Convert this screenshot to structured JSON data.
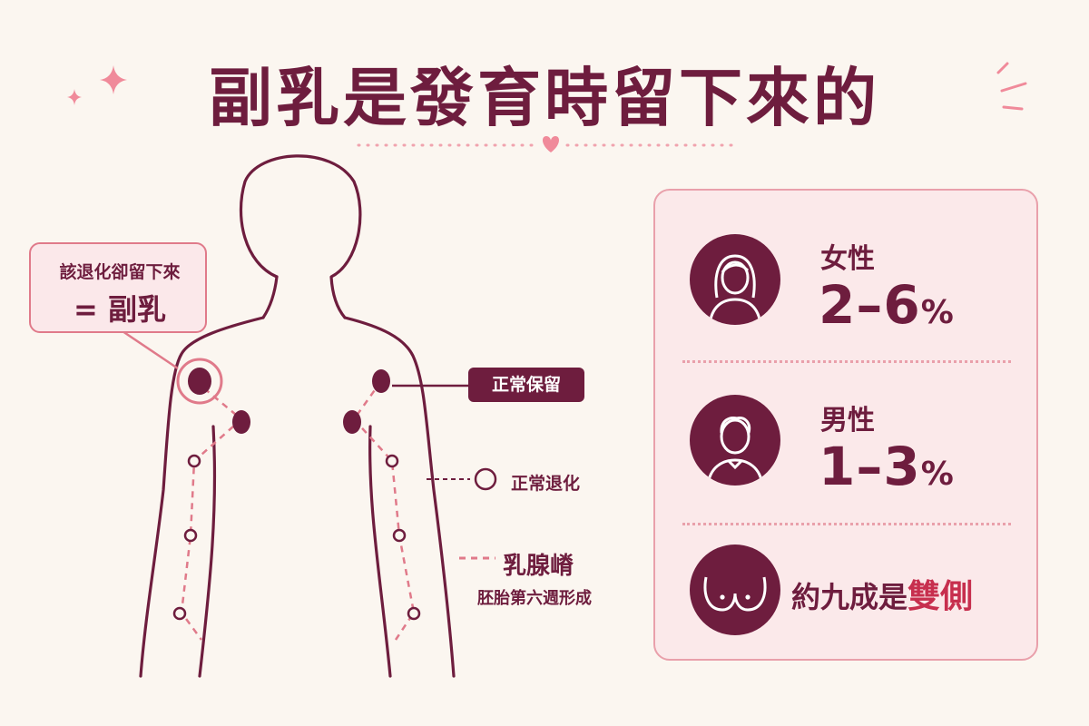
{
  "title": "副乳是發育時留下來的",
  "callout": {
    "line1": "該退化卻留下來",
    "line2": "= 副乳"
  },
  "legend": {
    "normal_retained": "正常保留",
    "normal_regressed": "正常退化",
    "milk_line": "乳腺嵴",
    "milk_line_note": "胚胎第六週形成"
  },
  "stats": {
    "female": {
      "label": "女性",
      "value": "2–6",
      "unit": "%",
      "icon": "woman-icon"
    },
    "male": {
      "label": "男性",
      "value": "1–3",
      "unit": "%",
      "icon": "man-icon"
    },
    "bilateral": {
      "prefix": "約九成是",
      "highlight": "雙側",
      "icon": "breasts-icon"
    }
  },
  "colors": {
    "primary": "#6e1d3e",
    "accent": "#e07a8a",
    "highlight": "#c72f4e",
    "panel_bg": "#fbe9ea",
    "page_bg": "#fbf6f0"
  }
}
